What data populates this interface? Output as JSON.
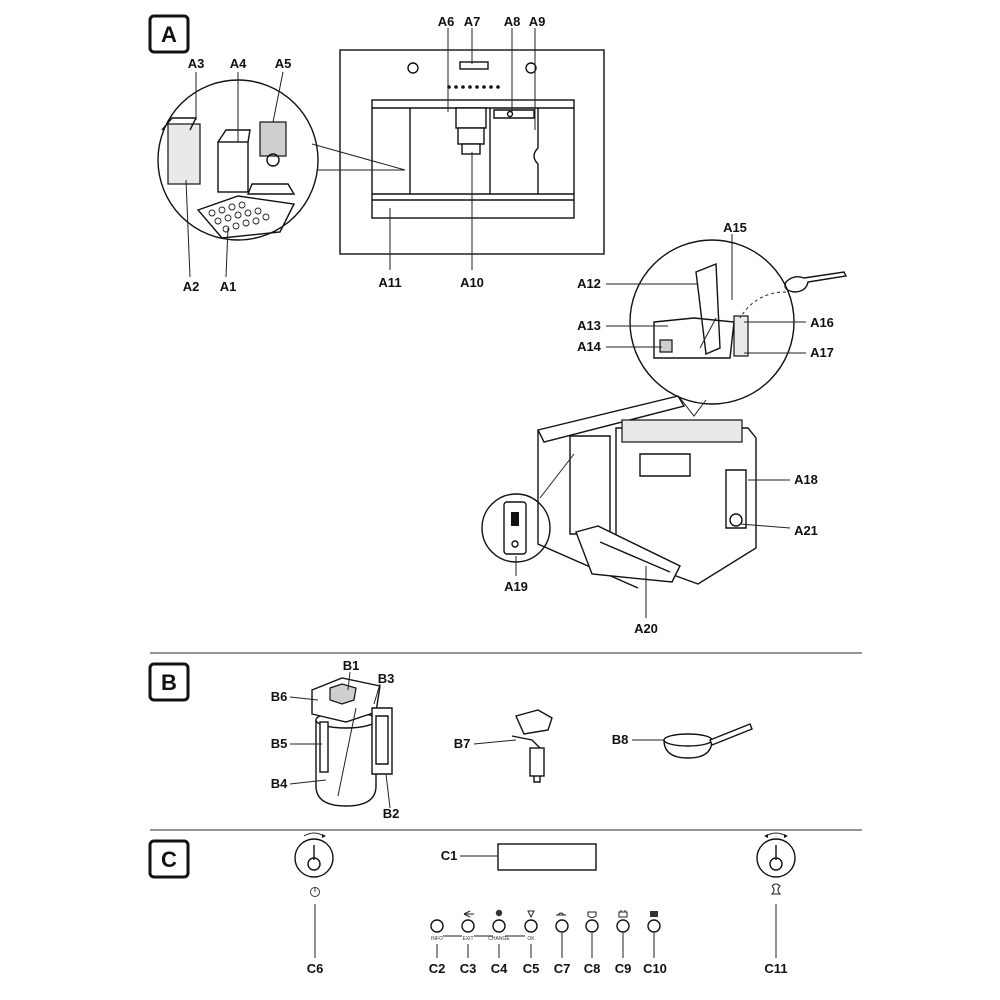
{
  "sections": {
    "a": "A",
    "b": "B",
    "c": "C"
  },
  "labels": {
    "a1": "A1",
    "a2": "A2",
    "a3": "A3",
    "a4": "A4",
    "a5": "A5",
    "a6": "A6",
    "a7": "A7",
    "a8": "A8",
    "a9": "A9",
    "a10": "A10",
    "a11": "A11",
    "a12": "A12",
    "a13": "A13",
    "a14": "A14",
    "a15": "A15",
    "a16": "A16",
    "a17": "A17",
    "a18": "A18",
    "a19": "A19",
    "a20": "A20",
    "a21": "A21",
    "b1": "B1",
    "b2": "B2",
    "b3": "B3",
    "b4": "B4",
    "b5": "B5",
    "b6": "B6",
    "b7": "B7",
    "b8": "B8",
    "c1": "C1",
    "c2": "C2",
    "c3": "C3",
    "c4": "C4",
    "c5": "C5",
    "c6": "C6",
    "c7": "C7",
    "c8": "C8",
    "c9": "C9",
    "c10": "C10",
    "c11": "C11"
  },
  "panel_text": {
    "c2": "INFO",
    "c3": "EXIT",
    "c4": "CHANGE",
    "c5": "OK"
  },
  "icons": {
    "c6": "power-icon",
    "c11": "steam-icon",
    "c7": "coffee-strength-icon",
    "c8": "cup-icon",
    "c9": "hot-water-icon",
    "c10": "menu-icon"
  }
}
